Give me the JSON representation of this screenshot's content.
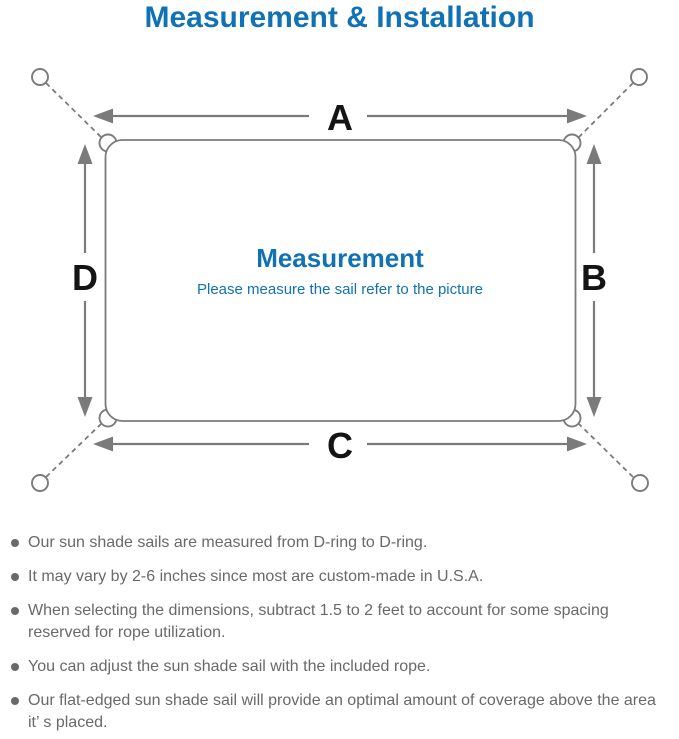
{
  "title": "Measurement & Installation",
  "diagram": {
    "center_title": "Measurement",
    "center_subtitle": "Please measure the sail refer to the picture",
    "labels": {
      "top": "A",
      "right": "B",
      "bottom": "C",
      "left": "D"
    }
  },
  "notes": [
    "Our sun shade sails are measured from D-ring to D-ring.",
    "It may vary by 2-6 inches since most are custom-made in U.S.A.",
    "When selecting the dimensions, subtract 1.5 to 2 feet to account for some spacing reserved for rope utilization.",
    "You can adjust the sun shade sail with the included rope.",
    "Our flat-edged sun shade sail will provide an optimal amount of coverage above the area it’ s placed."
  ],
  "colors": {
    "accent_blue": "#1171B5",
    "line_gray": "#7B7B7B",
    "text_gray": "#696969",
    "label_black": "#141414"
  }
}
